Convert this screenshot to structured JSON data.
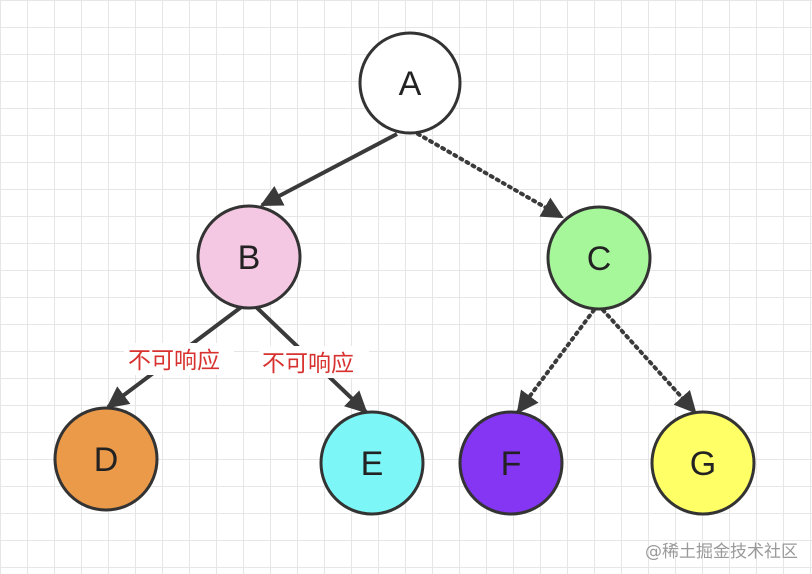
{
  "nodes": {
    "A": {
      "label": "A",
      "color": "#ffffff"
    },
    "B": {
      "label": "B",
      "color": "#f4c7e2"
    },
    "C": {
      "label": "C",
      "color": "#a6f69a"
    },
    "D": {
      "label": "D",
      "color": "#eb9a49"
    },
    "E": {
      "label": "E",
      "color": "#7df6f7"
    },
    "F": {
      "label": "F",
      "color": "#8436f2"
    },
    "G": {
      "label": "G",
      "color": "#ffff66"
    }
  },
  "edges": [
    {
      "from": "A",
      "to": "B",
      "style": "solid"
    },
    {
      "from": "A",
      "to": "C",
      "style": "dotted"
    },
    {
      "from": "B",
      "to": "D",
      "style": "solid",
      "label": "不可响应"
    },
    {
      "from": "B",
      "to": "E",
      "style": "solid",
      "label": "不可响应"
    },
    {
      "from": "C",
      "to": "F",
      "style": "dotted"
    },
    {
      "from": "C",
      "to": "G",
      "style": "dotted"
    }
  ],
  "watermark": "@稀土掘金技术社区"
}
